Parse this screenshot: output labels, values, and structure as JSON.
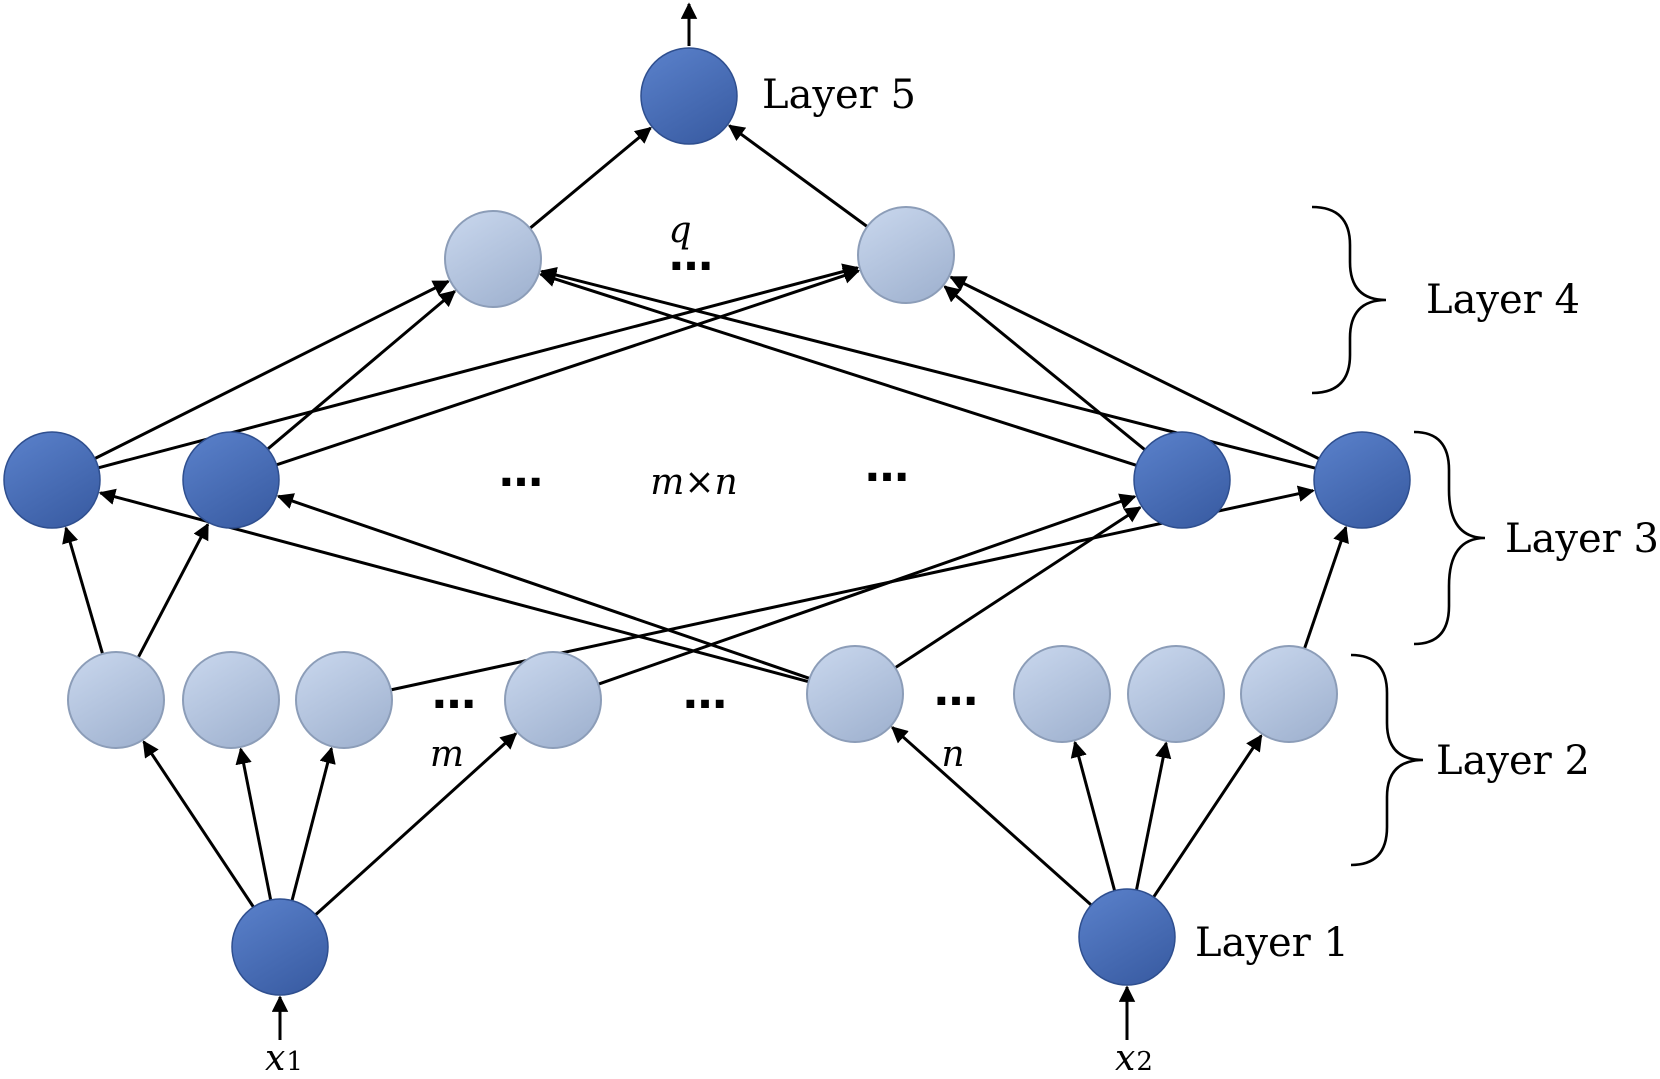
{
  "layers": {
    "layer1": "Layer 1",
    "layer2": "Layer 2",
    "layer3": "Layer 3",
    "layer4": "Layer 4",
    "layer5": "Layer 5"
  },
  "inputs": {
    "x1_var": "x",
    "x1_sub": "1",
    "x2_var": "x",
    "x2_sub": "2"
  },
  "annotations": {
    "m": "m",
    "n": "n",
    "mxn": "m×n",
    "q": "q",
    "ellipsis": "…"
  },
  "colors": {
    "dark_node_top": "#5b82cc",
    "dark_node_bottom": "#3c5fa6",
    "light_node_top": "#c9d7ec",
    "light_node_bottom": "#a6b8d4",
    "edge": "#000000"
  }
}
